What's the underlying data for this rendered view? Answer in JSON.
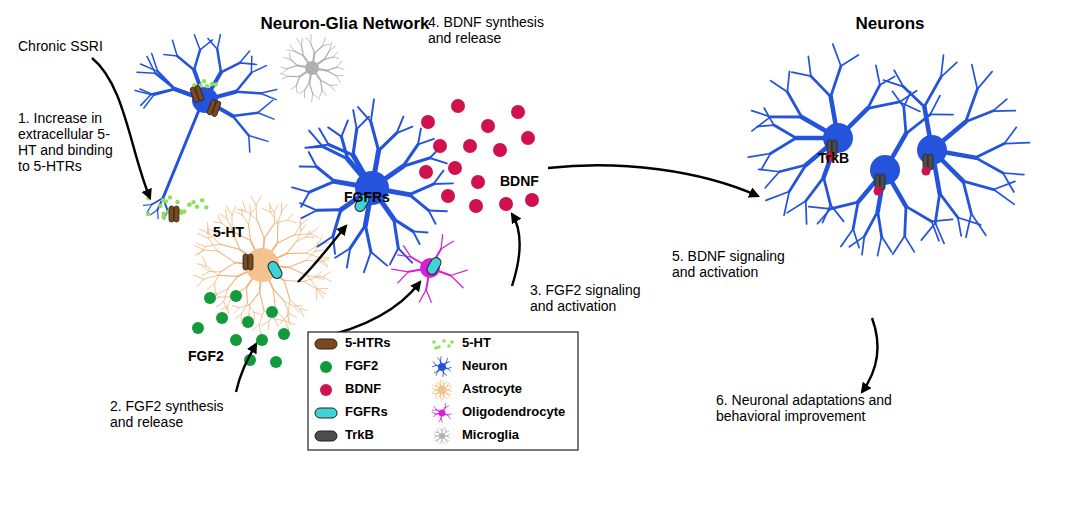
{
  "diagram": {
    "labels": [
      "Neuron-Glia Network",
      "Neurons",
      "Chronic SSRI",
      "4. BDNF synthesis and release",
      "TrkB",
      "BDNF",
      "FGFRs",
      "1. Increase in extracellular 5-HT and binding to 5-HTRs",
      "5-HT",
      "5. BDNF signaling and activation",
      "3. FGF2 signaling and activation",
      "FGF2",
      "2. FGF2 synthesis and release",
      "6. Neuronal adaptations and behavioral improvement"
    ],
    "legend": [
      {
        "text": "5-HTRs",
        "color": "#7a4a1e"
      },
      {
        "text": "FGF2",
        "color": "#139a3c"
      },
      {
        "text": "BDNF",
        "color": "#cf114c"
      },
      {
        "text": "FGFRs",
        "color": "#3fd2d6"
      },
      {
        "text": "TrkB",
        "color": "#4d4d4d"
      },
      {
        "text": "5-HT"
      },
      {
        "text": "Neuron"
      },
      {
        "text": "Astrocyte"
      },
      {
        "text": "Oligodendrocyte"
      },
      {
        "text": "Microglia"
      }
    ]
  }
}
